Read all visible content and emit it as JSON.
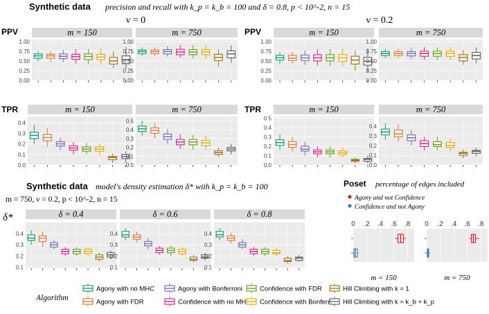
{
  "headers": {
    "top_title": "Synthetic data",
    "top_subtitle": "precision and recall with k_p = k_b = 100 and δ = 0.8, p < 10^-2, n = 15",
    "nu0": "ν = 0",
    "nu02": "ν = 0.2",
    "bottom_title": "Synthetic data",
    "bottom_subtitle": "model's density estimation δ* with k_p = k_b = 100",
    "bottom_params": "m = 750, ν = 0.2, p < 10^-2, n = 15",
    "delta_ylabel": "δ*",
    "poset_title": "Poset",
    "poset_subtitle": "percentage of edges included"
  },
  "colors": {
    "Agony with no MHC": "#1a9e77",
    "Agony with FDR": "#e07b39",
    "Agony with Bonferroni": "#7570b3",
    "Confidence with no MHC": "#e7298a",
    "Confidence with FDR": "#66a61e",
    "Confidence with Bonferroni": "#e6ab02",
    "Hill Climbing with k=1": "#a6761d",
    "Hill Climbing with k=kb+kp": "#666666",
    "poset_agony": "#e41a1c",
    "poset_conf": "#377eb8"
  },
  "legend": {
    "title": "Algorithm",
    "items": [
      "Agony with no MHC",
      "Agony with FDR",
      "Agony with Bonferroni",
      "Confidence with no MHC",
      "Confidence with FDR",
      "Confidence with Bonferroni",
      "Hill Climbing with k = 1",
      "Hill Climbing with k = k_b + k_p"
    ]
  },
  "poset_legend": [
    "Agony and not Confidence",
    "Confidence and not Agony"
  ],
  "chart_data": [
    {
      "type": "box",
      "ylabel": "PPV",
      "panels": [
        {
          "title": "m = 150",
          "nu": 0,
          "ylim": [
            0,
            1.05
          ],
          "yticks": [
            "0.00",
            "0.25",
            "0.50",
            "0.75",
            "1.00"
          ],
          "boxes": [
            [
              0.49,
              0.57,
              0.63,
              0.68,
              0.76
            ],
            [
              0.47,
              0.57,
              0.63,
              0.67,
              0.75
            ],
            [
              0.47,
              0.56,
              0.62,
              0.68,
              0.78
            ],
            [
              0.42,
              0.54,
              0.61,
              0.67,
              0.8
            ],
            [
              0.42,
              0.53,
              0.61,
              0.68,
              0.81
            ],
            [
              0.4,
              0.53,
              0.6,
              0.67,
              0.82
            ],
            [
              0.32,
              0.42,
              0.5,
              0.59,
              0.75
            ],
            [
              0.3,
              0.43,
              0.53,
              0.63,
              0.86
            ]
          ]
        },
        {
          "title": "m = 750",
          "nu": 0,
          "ylim": [
            0,
            1.05
          ],
          "yticks": [
            "0.00",
            "0.25",
            "0.50",
            "0.75",
            "1.00"
          ],
          "boxes": [
            [
              0.63,
              0.69,
              0.74,
              0.78,
              0.85
            ],
            [
              0.63,
              0.69,
              0.74,
              0.78,
              0.85
            ],
            [
              0.61,
              0.68,
              0.74,
              0.79,
              0.88
            ],
            [
              0.58,
              0.66,
              0.73,
              0.8,
              0.91
            ],
            [
              0.56,
              0.66,
              0.73,
              0.79,
              0.91
            ],
            [
              0.55,
              0.66,
              0.73,
              0.79,
              0.91
            ],
            [
              0.35,
              0.51,
              0.59,
              0.67,
              0.8
            ],
            [
              0.45,
              0.58,
              0.68,
              0.76,
              0.9
            ]
          ]
        },
        {
          "title": "m = 150",
          "nu": 0.2,
          "ylim": [
            0,
            1.05
          ],
          "yticks": [
            "0.00",
            "0.25",
            "0.50",
            "0.75",
            "1.00"
          ],
          "boxes": [
            [
              0.42,
              0.52,
              0.58,
              0.64,
              0.72
            ],
            [
              0.43,
              0.51,
              0.57,
              0.64,
              0.74
            ],
            [
              0.4,
              0.51,
              0.58,
              0.65,
              0.77
            ],
            [
              0.38,
              0.5,
              0.58,
              0.66,
              0.8
            ],
            [
              0.37,
              0.5,
              0.58,
              0.66,
              0.8
            ],
            [
              0.36,
              0.49,
              0.58,
              0.66,
              0.82
            ],
            [
              0.25,
              0.42,
              0.52,
              0.62,
              0.78
            ],
            [
              0.22,
              0.39,
              0.49,
              0.59,
              0.82
            ]
          ]
        },
        {
          "title": "m = 750",
          "nu": 0.2,
          "ylim": [
            0,
            1.05
          ],
          "yticks": [
            "0.00",
            "0.25",
            "0.50",
            "0.75",
            "1.00"
          ],
          "boxes": [
            [
              0.57,
              0.64,
              0.69,
              0.74,
              0.81
            ],
            [
              0.57,
              0.64,
              0.69,
              0.74,
              0.81
            ],
            [
              0.55,
              0.63,
              0.69,
              0.74,
              0.84
            ],
            [
              0.53,
              0.62,
              0.69,
              0.75,
              0.86
            ],
            [
              0.52,
              0.62,
              0.69,
              0.75,
              0.85
            ],
            [
              0.52,
              0.62,
              0.69,
              0.75,
              0.86
            ],
            [
              0.4,
              0.5,
              0.59,
              0.66,
              0.78
            ],
            [
              0.44,
              0.55,
              0.64,
              0.72,
              0.85
            ]
          ]
        }
      ]
    },
    {
      "type": "box",
      "ylabel": "TPR",
      "panels": [
        {
          "title": "m = 150",
          "nu": 0,
          "ylim": [
            0,
            0.46
          ],
          "yticks": [
            "0.0",
            "0.1",
            "0.2",
            "0.3",
            "0.4"
          ],
          "boxes": [
            [
              0.2,
              0.25,
              0.28,
              0.31,
              0.38
            ],
            [
              0.17,
              0.23,
              0.26,
              0.29,
              0.35
            ],
            [
              0.14,
              0.18,
              0.2,
              0.22,
              0.26
            ],
            [
              0.1,
              0.14,
              0.16,
              0.18,
              0.22
            ],
            [
              0.1,
              0.13,
              0.15,
              0.17,
              0.21
            ],
            [
              0.09,
              0.13,
              0.15,
              0.17,
              0.2
            ],
            [
              0.02,
              0.05,
              0.07,
              0.08,
              0.11
            ],
            [
              0.02,
              0.06,
              0.08,
              0.1,
              0.13
            ]
          ]
        },
        {
          "title": "m = 750",
          "nu": 0,
          "ylim": [
            0,
            0.55
          ],
          "yticks": [
            "0.0",
            "0.1",
            "0.2",
            "0.3",
            "0.4",
            "0.5"
          ],
          "boxes": [
            [
              0.33,
              0.38,
              0.41,
              0.44,
              0.5
            ],
            [
              0.3,
              0.36,
              0.39,
              0.42,
              0.48
            ],
            [
              0.24,
              0.29,
              0.32,
              0.35,
              0.41
            ],
            [
              0.18,
              0.23,
              0.26,
              0.29,
              0.35
            ],
            [
              0.17,
              0.23,
              0.26,
              0.29,
              0.34
            ],
            [
              0.17,
              0.22,
              0.25,
              0.28,
              0.33
            ],
            [
              0.09,
              0.12,
              0.14,
              0.16,
              0.2
            ],
            [
              0.12,
              0.16,
              0.18,
              0.2,
              0.24
            ]
          ]
        },
        {
          "title": "m = 150",
          "nu": 0.2,
          "ylim": [
            0,
            0.52
          ],
          "yticks": [
            "0.0",
            "0.1",
            "0.2",
            "0.3",
            "0.4",
            "0.5"
          ],
          "boxes": [
            [
              0.16,
              0.21,
              0.24,
              0.27,
              0.33
            ],
            [
              0.14,
              0.19,
              0.22,
              0.25,
              0.3
            ],
            [
              0.1,
              0.15,
              0.17,
              0.2,
              0.25
            ],
            [
              0.08,
              0.12,
              0.14,
              0.16,
              0.2
            ],
            [
              0.08,
              0.12,
              0.14,
              0.16,
              0.2
            ],
            [
              0.08,
              0.11,
              0.13,
              0.15,
              0.19
            ],
            [
              0.02,
              0.04,
              0.05,
              0.06,
              0.08
            ],
            [
              0.02,
              0.04,
              0.06,
              0.07,
              0.1
            ]
          ]
        },
        {
          "title": "m = 750",
          "nu": 0.2,
          "ylim": [
            0,
            0.5
          ],
          "yticks": [
            "0.0",
            "0.1",
            "0.2",
            "0.3",
            "0.4"
          ],
          "boxes": [
            [
              0.26,
              0.31,
              0.34,
              0.37,
              0.43
            ],
            [
              0.24,
              0.29,
              0.32,
              0.36,
              0.42
            ],
            [
              0.2,
              0.25,
              0.28,
              0.31,
              0.36
            ],
            [
              0.15,
              0.19,
              0.22,
              0.25,
              0.29
            ],
            [
              0.15,
              0.19,
              0.21,
              0.24,
              0.29
            ],
            [
              0.14,
              0.18,
              0.2,
              0.23,
              0.27
            ],
            [
              0.07,
              0.1,
              0.12,
              0.13,
              0.16
            ],
            [
              0.09,
              0.12,
              0.14,
              0.15,
              0.18
            ]
          ]
        }
      ]
    },
    {
      "type": "box",
      "ylabel": "δ*",
      "panels": [
        {
          "title": "δ = 0.4",
          "ylim": [
            0.09,
            0.5
          ],
          "yticks": [
            "0.1",
            "0.2",
            "0.3",
            "0.4"
          ],
          "boxes": [
            [
              0.3,
              0.34,
              0.36,
              0.39,
              0.43
            ],
            [
              0.28,
              0.33,
              0.36,
              0.38,
              0.42
            ],
            [
              0.26,
              0.28,
              0.3,
              0.32,
              0.34
            ],
            [
              0.2,
              0.22,
              0.24,
              0.26,
              0.28
            ],
            [
              0.2,
              0.22,
              0.24,
              0.26,
              0.28
            ],
            [
              0.2,
              0.22,
              0.24,
              0.26,
              0.28
            ],
            [
              0.15,
              0.17,
              0.19,
              0.21,
              0.23
            ],
            [
              0.17,
              0.19,
              0.21,
              0.23,
              0.25
            ]
          ]
        },
        {
          "title": "δ = 0.6",
          "ylim": [
            0.09,
            0.5
          ],
          "yticks": [
            "0.1",
            "0.2",
            "0.3",
            "0.4"
          ],
          "boxes": [
            [
              0.34,
              0.37,
              0.39,
              0.42,
              0.45
            ],
            [
              0.32,
              0.35,
              0.37,
              0.39,
              0.42
            ],
            [
              0.26,
              0.29,
              0.31,
              0.33,
              0.36
            ],
            [
              0.21,
              0.23,
              0.25,
              0.27,
              0.29
            ],
            [
              0.2,
              0.23,
              0.25,
              0.27,
              0.29
            ],
            [
              0.2,
              0.22,
              0.24,
              0.26,
              0.28
            ],
            [
              0.14,
              0.16,
              0.17,
              0.19,
              0.21
            ],
            [
              0.16,
              0.18,
              0.19,
              0.21,
              0.23
            ]
          ]
        },
        {
          "title": "δ = 0.8",
          "ylim": [
            0.09,
            0.5
          ],
          "yticks": [
            "0.1",
            "0.2",
            "0.3",
            "0.4"
          ],
          "boxes": [
            [
              0.34,
              0.37,
              0.39,
              0.42,
              0.45
            ],
            [
              0.31,
              0.34,
              0.36,
              0.38,
              0.41
            ],
            [
              0.26,
              0.28,
              0.3,
              0.32,
              0.35
            ],
            [
              0.2,
              0.22,
              0.24,
              0.26,
              0.28
            ],
            [
              0.2,
              0.22,
              0.24,
              0.26,
              0.28
            ],
            [
              0.2,
              0.22,
              0.23,
              0.25,
              0.27
            ],
            [
              0.13,
              0.15,
              0.16,
              0.18,
              0.2
            ],
            [
              0.15,
              0.16,
              0.18,
              0.19,
              0.21
            ]
          ]
        }
      ]
    },
    {
      "type": "box",
      "title": "Poset",
      "xticks": [
        "0",
        ".2",
        ".4",
        ".6",
        ".8"
      ],
      "panels": [
        {
          "label": "m = 150",
          "xlim": [
            0,
            0.9
          ],
          "boxes": [
            {
              "series": "Agony and not Confidence",
              "stats": [
                0.62,
                0.66,
                0.7,
                0.74,
                0.78
              ]
            },
            {
              "series": "Confidence and not Agony",
              "stats": [
                0.0,
                0.01,
                0.03,
                0.06,
                0.08
              ]
            }
          ]
        },
        {
          "label": "m = 750",
          "xlim": [
            0,
            0.9
          ],
          "boxes": [
            {
              "series": "Agony and not Confidence",
              "stats": [
                0.63,
                0.66,
                0.69,
                0.72,
                0.77
              ]
            },
            {
              "series": "Confidence and not Agony",
              "stats": [
                0.0,
                0.01,
                0.02,
                0.03,
                0.05
              ]
            }
          ]
        }
      ]
    }
  ]
}
